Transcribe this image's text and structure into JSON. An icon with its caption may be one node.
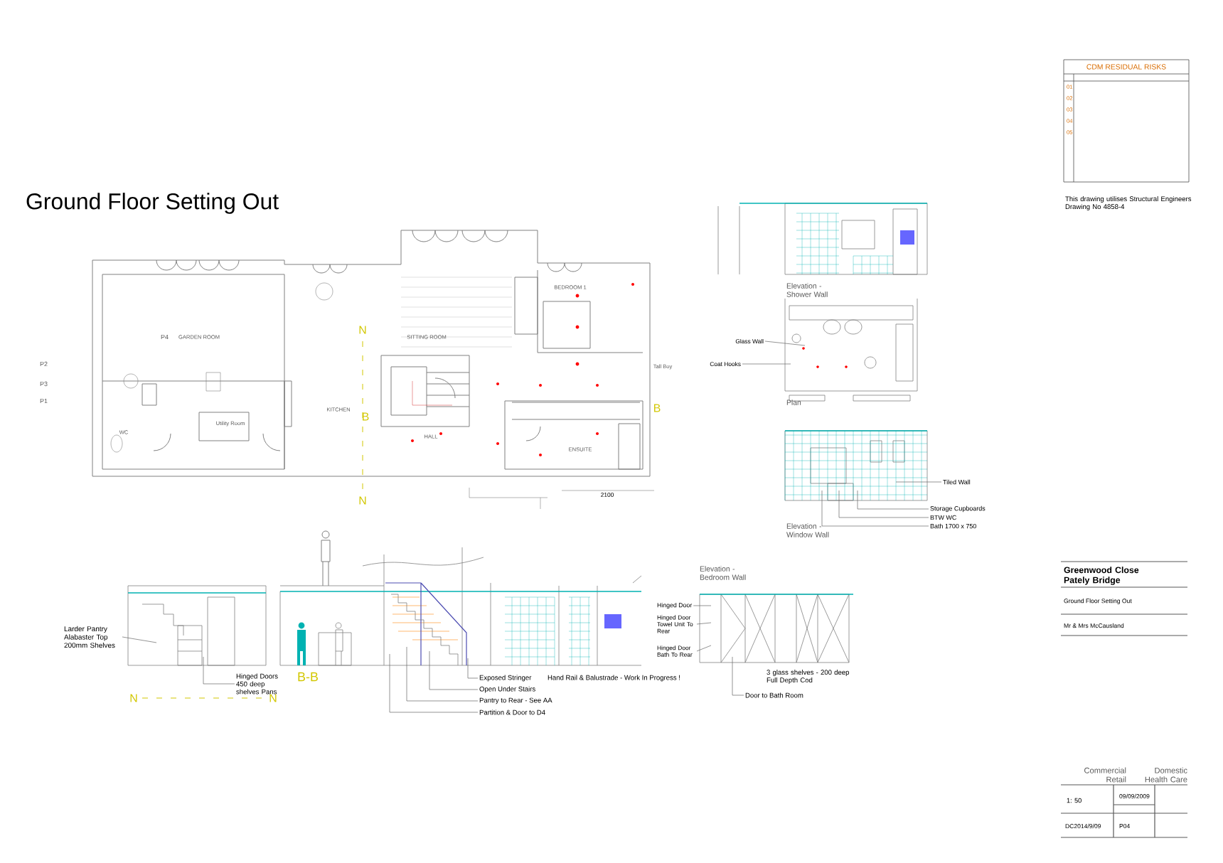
{
  "diagram": {
    "title": "Ground Floor Setting Out",
    "nodes": [
      {
        "text": [
          "Tiled Wall"
        ]
      },
      {
        "text": [
          "Storage Cupboards"
        ]
      },
      {
        "text": [
          "BTW WC"
        ]
      },
      {
        "text": [
          "Bath 1700 x 750"
        ]
      },
      {
        "text": [
          "Glass Wall"
        ]
      },
      {
        "text": [
          "Coat Hooks"
        ]
      },
      {
        "text": [
          "Larder Pantry Alabaster Top 200mm Shelves"
        ]
      },
      {
        "text": [
          "Hinged Doors 450 deep shelves Pans"
        ]
      },
      {
        "text": [
          "Exposed Stringer"
        ]
      },
      {
        "text": [
          "Open Under Stairs"
        ]
      },
      {
        "text": [
          "Pantry to Rear - See AA"
        ]
      },
      {
        "text": [
          "Partition & Door to D4"
        ]
      },
      {
        "text": [
          "Hinged Door"
        ]
      },
      {
        "text": [
          "Hinged Door Towel Unit To Rear"
        ]
      },
      {
        "text": [
          "Hinged Door Bath To Rear"
        ]
      },
      {
        "text": [
          "Door to Bath Room"
        ]
      },
      {
        "text": [],
        "shape": "picture"
      },
      {
        "text": [],
        "shape": "picture"
      },
      {
        "text": [],
        "shape": "picture"
      },
      {
        "text": [],
        "shape": "picture"
      },
      {
        "text": [],
        "shape": "picture"
      },
      {
        "text": [],
        "shape": "picture"
      },
      {
        "text": [],
        "shape": "picture"
      }
    ],
    "edges": [
      {
        "from": 0,
        "to": 19,
        "arrow": "none"
      },
      {
        "from": 1,
        "to": 19,
        "arrow": "none"
      },
      {
        "from": 2,
        "to": 19,
        "arrow": "none"
      },
      {
        "from": 3,
        "to": 19,
        "arrow": "none"
      },
      {
        "from": 4,
        "to": 18,
        "arrow": "none"
      },
      {
        "from": 5,
        "to": 18,
        "arrow": "none"
      },
      {
        "from": 6,
        "to": 20,
        "arrow": "none"
      },
      {
        "from": 7,
        "to": 20,
        "arrow": "none"
      },
      {
        "from": 8,
        "to": 21,
        "arrow": "none"
      },
      {
        "from": 9,
        "to": 21,
        "arrow": "none"
      },
      {
        "from": 10,
        "to": 21,
        "arrow": "none"
      },
      {
        "from": 11,
        "to": 21,
        "arrow": "none"
      },
      {
        "from": 12,
        "to": 22,
        "arrow": "none"
      },
      {
        "from": 13,
        "to": 22,
        "arrow": "none"
      },
      {
        "from": 14,
        "to": 22,
        "arrow": "none"
      },
      {
        "from": 15,
        "to": 22,
        "arrow": "none"
      }
    ],
    "labels": [
      "This drawing utilises Structural Engineers Drawing No 4858-4",
      "CDM RESIDUAL RISKS",
      "01",
      "02",
      "03",
      "04",
      "05",
      "Elevation - Shower Wall",
      "Plan",
      "Elevation - Window Wall",
      "Elevation - Bedroom Wall",
      "B-B",
      "N",
      "B",
      "N",
      "B",
      "N",
      "N",
      "GARDEN ROOM",
      "KITCHEN",
      "SITTING ROOM",
      "BEDROOM 1",
      "ENSUITE",
      "Utility Room",
      "WC",
      "HALL",
      "Tall Boy",
      "2100",
      "P4",
      "P2",
      "P3",
      "P1",
      "Hand Rail & Balustrade - Work In Progress !",
      "3 glass shelves - 200 deep Full Depth Cod",
      "Greenwood Close Pately Bridge",
      "Ground Floor Setting Out",
      "Mr & Mrs McCausland",
      "Commercial Retail",
      "Domestic Health Care",
      "1: 50",
      "09/09/2009",
      "DC2014/9/09",
      "P04"
    ]
  }
}
